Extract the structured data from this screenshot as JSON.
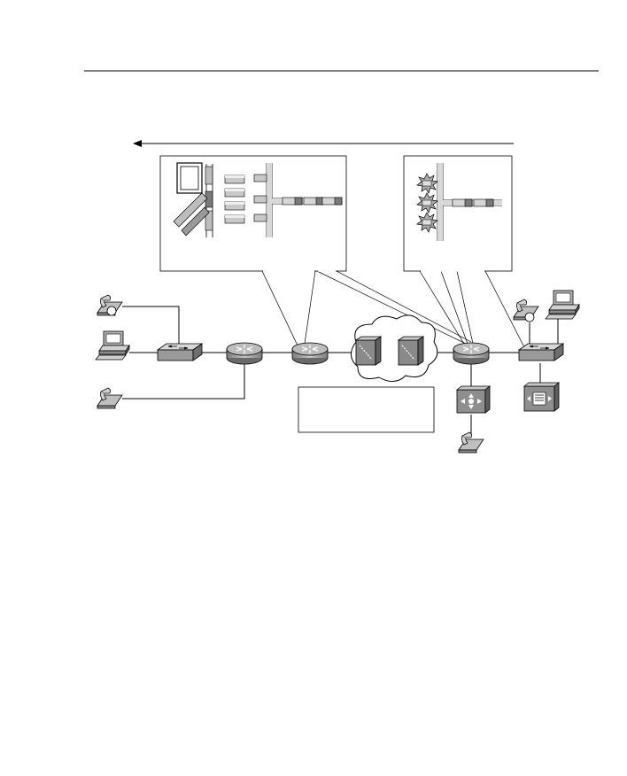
{
  "page": {
    "header_rule": true
  },
  "figure": {
    "flow_arrow": {
      "direction": "right-to-left"
    },
    "callouts": [
      {
        "id": "queue-callout-left",
        "content": "queues-and-packets"
      },
      {
        "id": "queue-callout-right",
        "content": "dropped-packets-queue"
      }
    ],
    "note_box": {
      "text": ""
    },
    "devices": [
      {
        "id": "ip-phone-left-top",
        "type": "ip-phone"
      },
      {
        "id": "pc-left",
        "type": "workstation"
      },
      {
        "id": "analog-phone-left",
        "type": "phone"
      },
      {
        "id": "switch-left",
        "type": "switch"
      },
      {
        "id": "router-1",
        "type": "router"
      },
      {
        "id": "router-2",
        "type": "router"
      },
      {
        "id": "frame-relay-cloud",
        "type": "wan-cloud"
      },
      {
        "id": "router-3",
        "type": "router"
      },
      {
        "id": "voice-gateway",
        "type": "voice-gateway"
      },
      {
        "id": "analog-phone-bottom",
        "type": "phone"
      },
      {
        "id": "switch-right",
        "type": "switch"
      },
      {
        "id": "ip-phone-right",
        "type": "ip-phone"
      },
      {
        "id": "pc-right",
        "type": "workstation"
      },
      {
        "id": "call-manager",
        "type": "call-manager"
      }
    ],
    "colors": {
      "stroke": "#000000",
      "device_fill": "#9a9a9a",
      "device_dark": "#6e6e6e",
      "packet_fill": "#bdbdbd"
    }
  }
}
